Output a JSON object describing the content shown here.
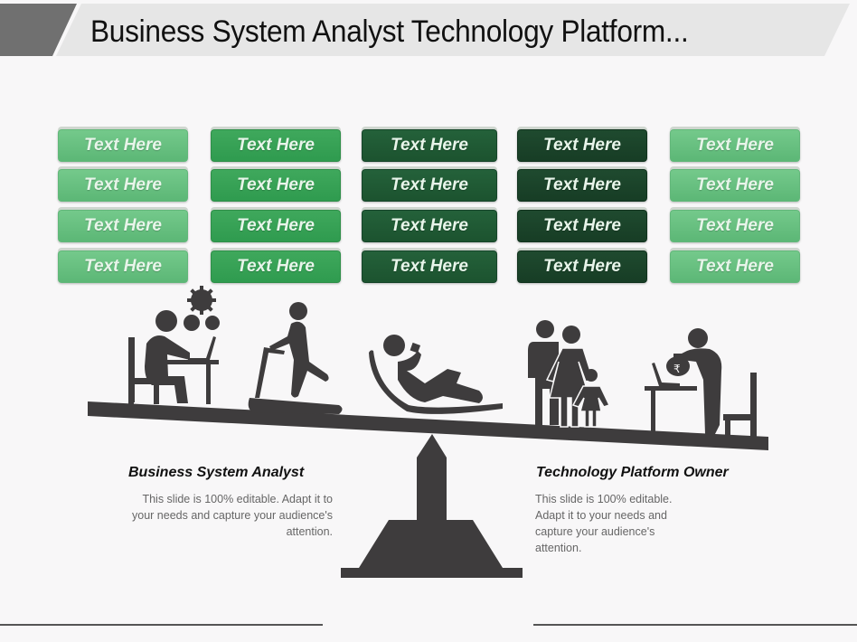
{
  "slide": {
    "title": "Business System Analyst Technology Platform...",
    "colors": {
      "light_green": "#67c07f",
      "mid_green": "#35a055",
      "dark_green": "#205a34",
      "darker_green": "#1b4429",
      "icon_gray": "#3e3c3d",
      "title_accent": "#6d6d6d"
    }
  },
  "grid": {
    "columns": [
      {
        "style": "light",
        "cells": [
          "Text Here",
          "Text Here",
          "Text Here",
          "Text Here"
        ]
      },
      {
        "style": "mid",
        "cells": [
          "Text Here",
          "Text Here",
          "Text Here",
          "Text Here"
        ]
      },
      {
        "style": "dark",
        "cells": [
          "Text Here",
          "Text Here",
          "Text Here",
          "Text Here"
        ]
      },
      {
        "style": "darker",
        "cells": [
          "Text Here",
          "Text Here",
          "Text Here",
          "Text Here"
        ]
      },
      {
        "style": "light",
        "cells": [
          "Text Here",
          "Text Here",
          "Text Here",
          "Text Here"
        ]
      }
    ]
  },
  "scene": {
    "left_icons": [
      "person-at-laptop-icon",
      "gears-icon",
      "treadmill-runner-icon"
    ],
    "center_icon": "reclining-person-icon",
    "right_icons": [
      "family-icon",
      "person-with-money-bag-icon"
    ],
    "money_symbol": "₹"
  },
  "captions": {
    "left": {
      "title": "Business System Analyst",
      "body": "This slide is 100% editable. Adapt it to your needs and capture your audience's attention."
    },
    "right": {
      "title": "Technology Platform Owner",
      "body": "This slide is 100% editable. Adapt it to your needs and capture your audience's attention."
    }
  }
}
